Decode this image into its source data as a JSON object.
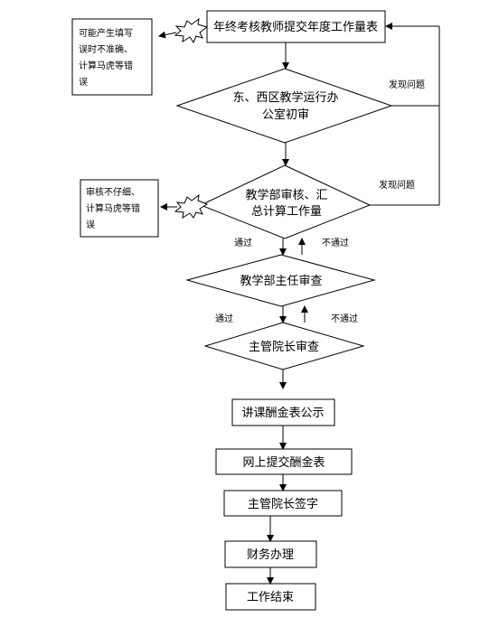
{
  "nodes": {
    "submit": "年终考核教师提交年度工作量表",
    "district_review_1": "东、西区教学运行办",
    "district_review_2": "公室初审",
    "dept_review_1": "教学部审核、汇",
    "dept_review_2": "总计算工作量",
    "director_review": "教学部主任审查",
    "dean_review": "主管院长审查",
    "publish": "讲课酬金表公示",
    "online_submit": "网上提交酬金表",
    "dean_sign": "主管院长签字",
    "finance": "财务办理",
    "end": "工作结束"
  },
  "notes": {
    "note1": [
      "可能产生填写",
      "误时不准确、",
      "计算马虎等错",
      "误"
    ],
    "note2": [
      "审核不仔细、",
      "计算马虎等错",
      "误"
    ]
  },
  "edges": {
    "problem1": "发现问题",
    "problem2": "发现问题",
    "pass1": "通过",
    "fail1": "不通过",
    "pass2": "通过",
    "fail2": "不通过"
  }
}
